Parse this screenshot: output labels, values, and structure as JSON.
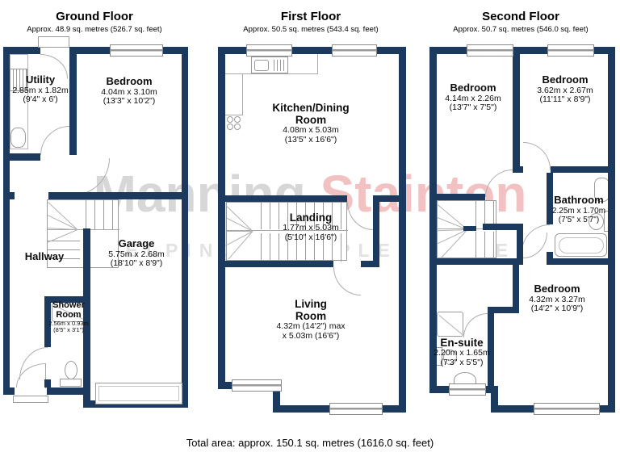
{
  "floors": [
    {
      "title": "Ground Floor",
      "subtitle": "Approx. 48.9 sq. metres (526.7 sq. feet)",
      "rooms": [
        {
          "name": "Utility",
          "dims": "2.85m x 1.82m",
          "dims_ft": "(9'4\" x 6')"
        },
        {
          "name": "Bedroom",
          "dims": "4.04m x 3.10m",
          "dims_ft": "(13'3\" x 10'2\")"
        },
        {
          "name": "Hallway",
          "dims": "",
          "dims_ft": ""
        },
        {
          "name": "Garage",
          "dims": "5.75m x 2.68m",
          "dims_ft": "(18'10\" x 8'9\")"
        },
        {
          "name": "Shower Room",
          "dims": "2.56m x 0.93m",
          "dims_ft": "(8'5\" x 3'1\")"
        }
      ]
    },
    {
      "title": "First Floor",
      "subtitle": "Approx. 50.5 sq. metres (543.4 sq. feet)",
      "rooms": [
        {
          "name": "Kitchen/Dining Room",
          "dims": "4.08m x 5.03m",
          "dims_ft": "(13'5\" x 16'6\")"
        },
        {
          "name": "Landing",
          "dims": "1.77m x 5.03m",
          "dims_ft": "(5'10\" x 16'6\")"
        },
        {
          "name": "Living Room",
          "dims": "4.32m (14'2\") max",
          "dims_ft": "x 5.03m (16'6\")"
        }
      ]
    },
    {
      "title": "Second Floor",
      "subtitle": "Approx. 50.7 sq. metres (546.0 sq. feet)",
      "rooms": [
        {
          "name": "Bedroom",
          "dims": "4.14m x 2.26m",
          "dims_ft": "(13'7\" x 7'5\")"
        },
        {
          "name": "Bedroom",
          "dims": "3.62m x 2.67m",
          "dims_ft": "(11'11\" x 8'9\")"
        },
        {
          "name": "Bathroom",
          "dims": "2.25m x 1.70m",
          "dims_ft": "(7'5\" x 5'7\")"
        },
        {
          "name": "Bedroom",
          "dims": "4.32m x 3.27m",
          "dims_ft": "(14'2\" x 10'9\")"
        },
        {
          "name": "En-suite",
          "dims": "2.20m x 1.65m",
          "dims_ft": "(7'3\" x 5'5\")"
        }
      ]
    }
  ],
  "watermark": {
    "word1": "Manning",
    "word2": "Stainton",
    "tagline": "HELPING PEOPLE MOVE"
  },
  "total_area": "Total area: approx. 150.1 sq. metres (1616.0 sq. feet)",
  "colors": {
    "wall": "#1b3a5e",
    "watermark_gray": "#d7d7d7",
    "watermark_pink": "#f2c1c1"
  }
}
